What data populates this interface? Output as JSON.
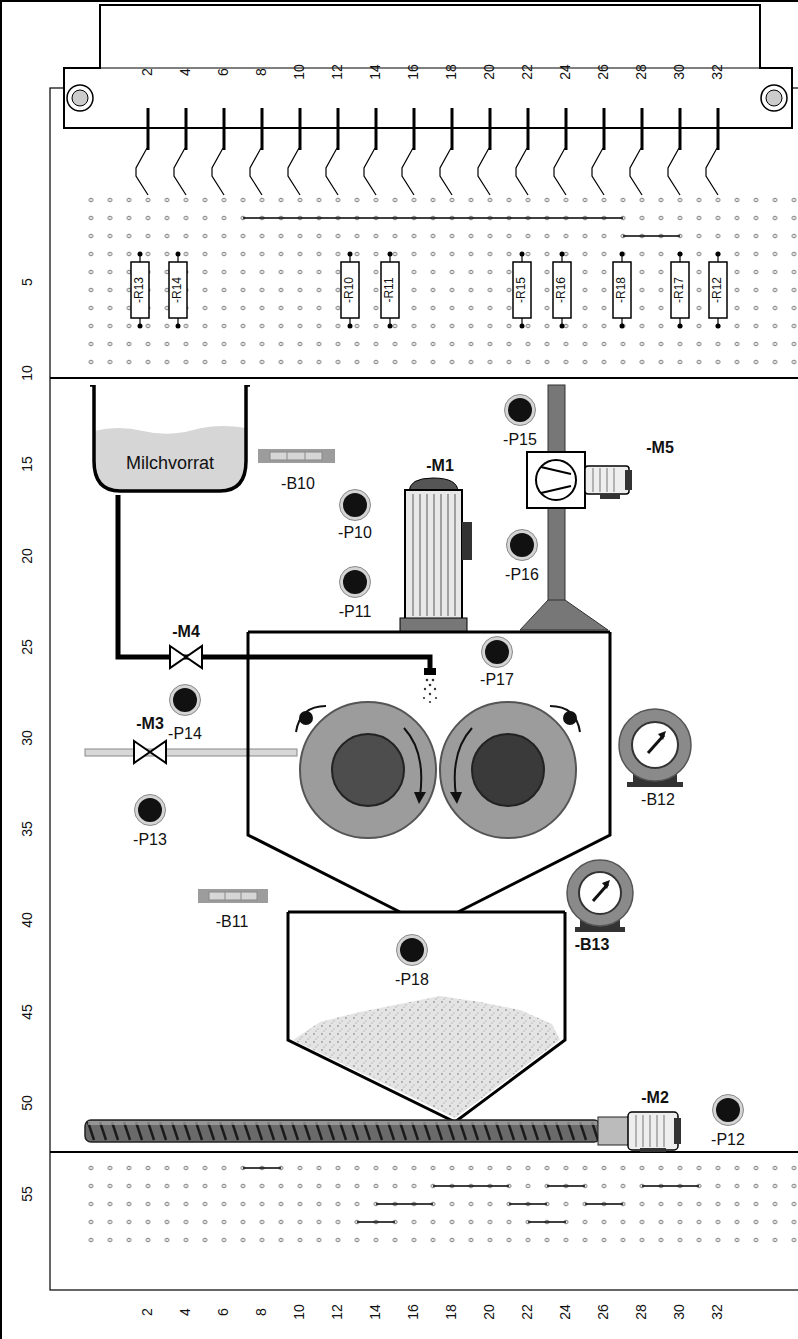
{
  "diagram": {
    "nodes": [
      {
        "text": [
          "Milchvorrat"
        ]
      }
    ],
    "labels": [
      "2",
      "4",
      "6",
      "8",
      "10",
      "12",
      "14",
      "16",
      "18",
      "20",
      "22",
      "24",
      "26",
      "28",
      "30",
      "32",
      "-R13",
      "-R14",
      "-R10",
      "-R11",
      "-R15",
      "-R16",
      "-R18",
      "-R17",
      "-R12",
      "5",
      "10",
      "15",
      "20",
      "25",
      "30",
      "35",
      "40",
      "45",
      "50",
      "55",
      "-B10",
      "-M1",
      "-P10",
      "-P15",
      "-M5",
      "-P16",
      "-P11",
      "-M4",
      "-P17",
      "-P14",
      "-M3",
      "-B12",
      "-P13",
      "-B13",
      "-B11",
      "-P18",
      "-M2",
      "-P12",
      "2",
      "4",
      "6",
      "8",
      "10",
      "12",
      "14",
      "16",
      "18",
      "20",
      "22",
      "24",
      "26",
      "28",
      "30",
      "32"
    ]
  }
}
